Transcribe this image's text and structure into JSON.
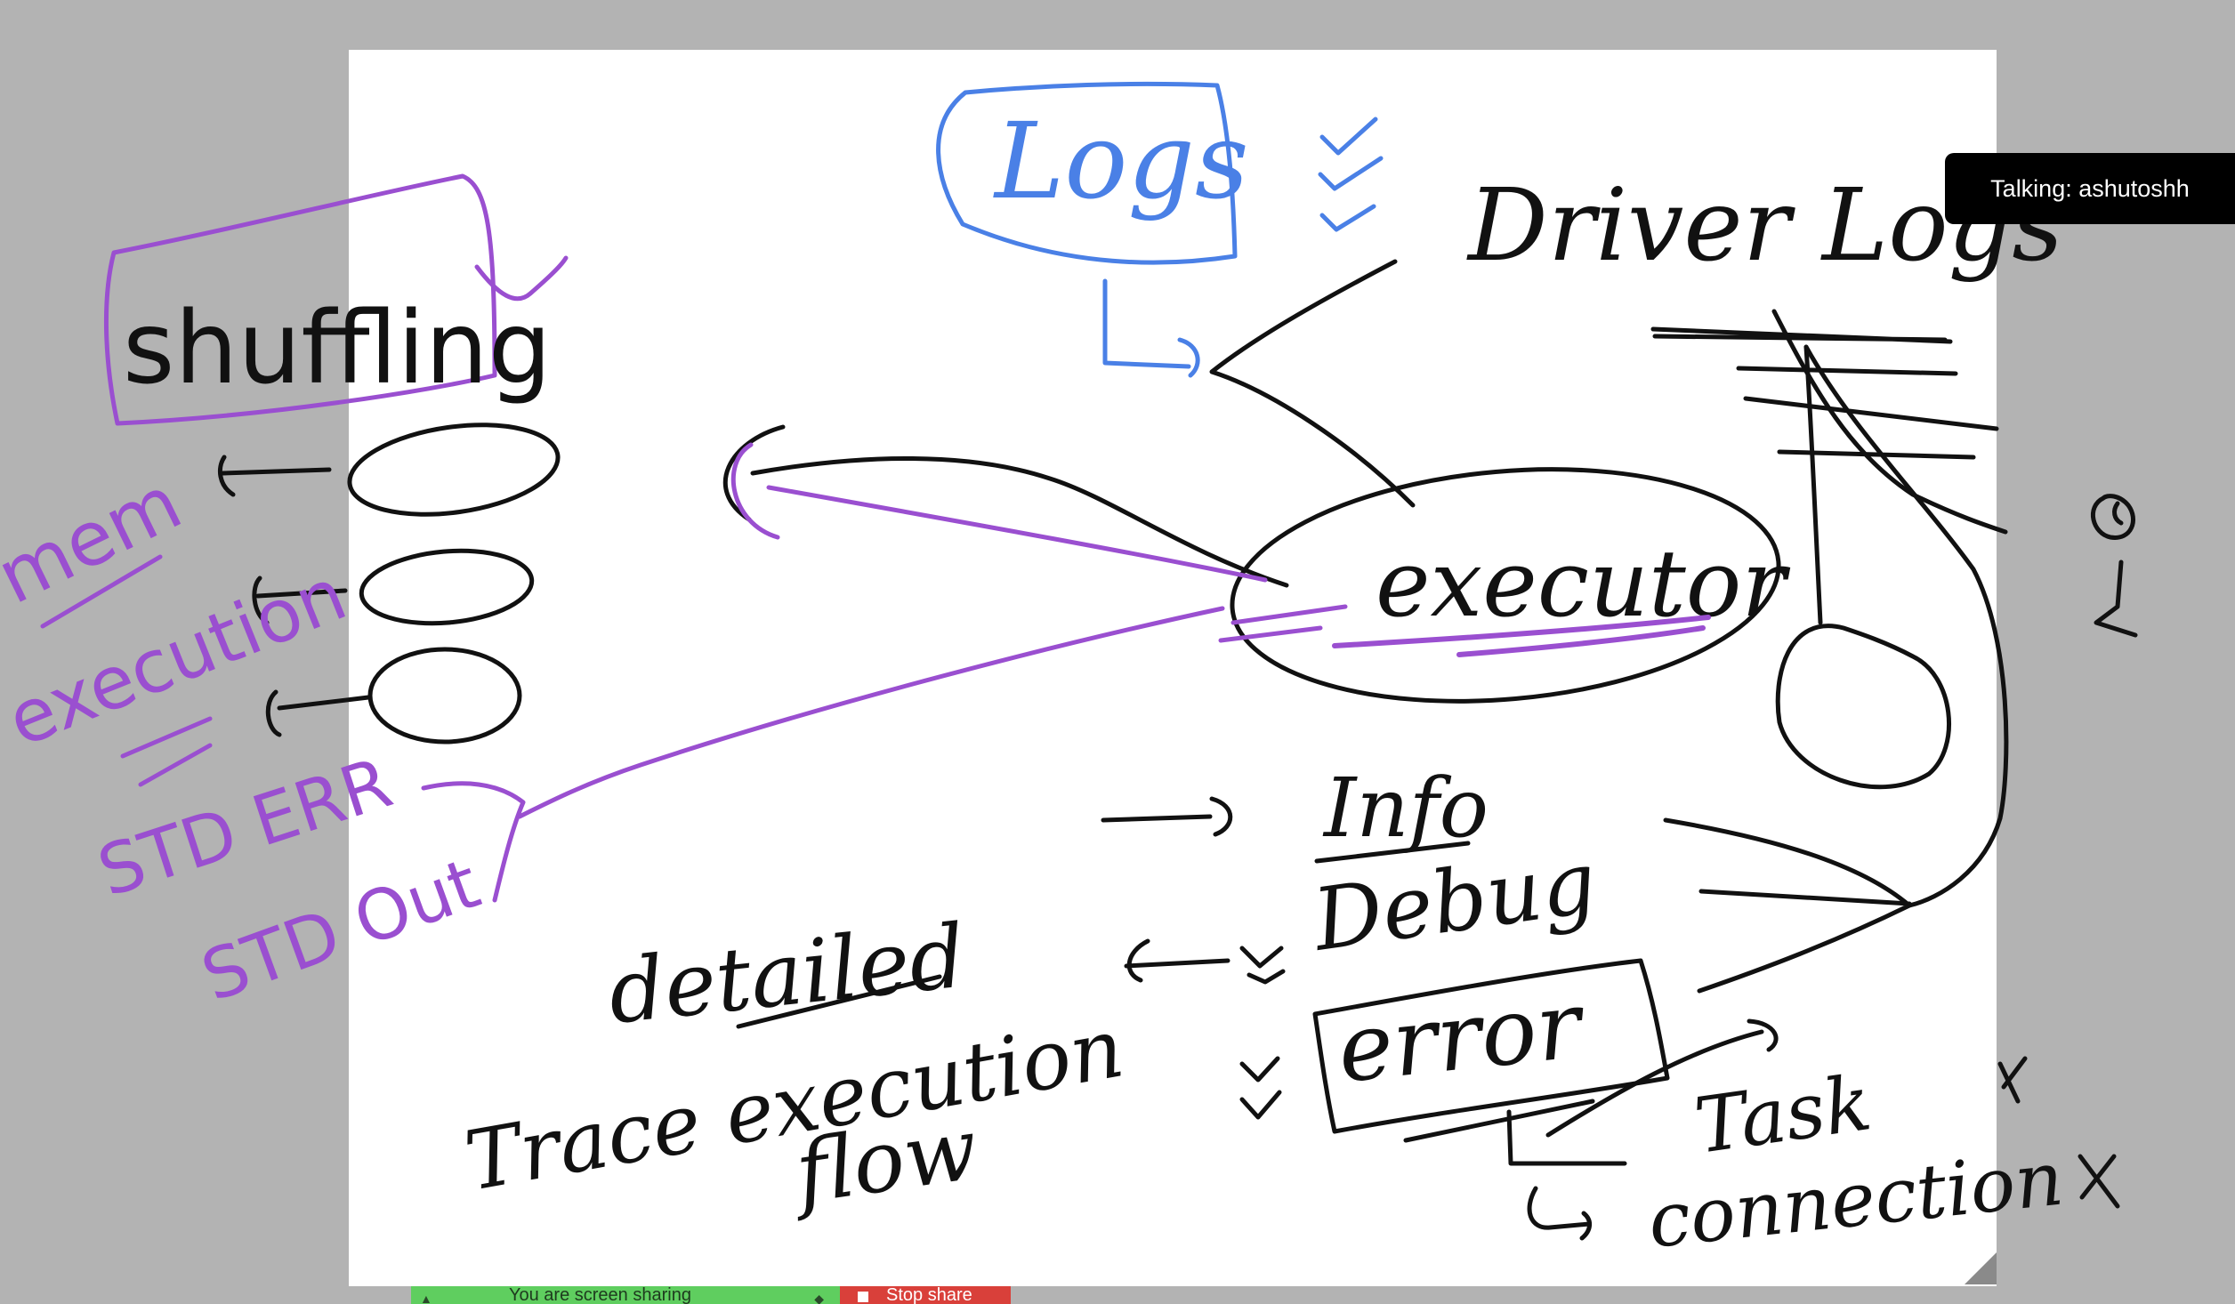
{
  "speaker_indicator": {
    "text": "Talking: ashutoshh"
  },
  "screen_share_bar": {
    "status_text": "You are screen sharing",
    "stop_label": "Stop share"
  },
  "whiteboard": {
    "ink_colors": {
      "black": "#111111",
      "purple": "#9a4fd0",
      "blue": "#4a80e6"
    },
    "labels": {
      "logs": "Logs",
      "driver_logs": "Driver Logs",
      "shuffling": "shuffling",
      "executor": "executor",
      "mem": "mem",
      "execution": "execution",
      "std_err": "STD ERR",
      "std_out": "STD Out",
      "info": "Info",
      "debug": "Debug",
      "error": "error",
      "task": "Task",
      "connection": "connection",
      "detailed": "detailed",
      "trace_execution": "Trace execution",
      "flow": "flow"
    }
  }
}
